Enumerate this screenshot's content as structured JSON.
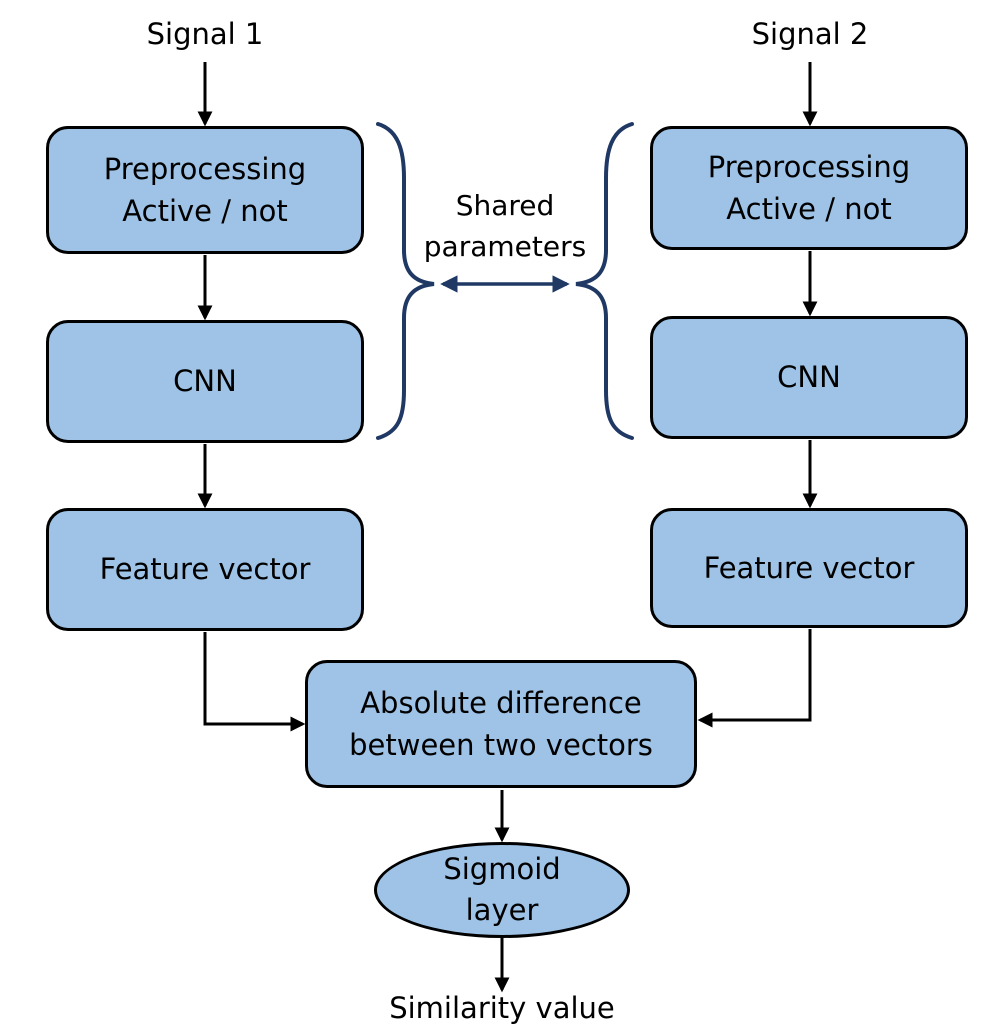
{
  "inputs": {
    "signal_1": "Signal 1",
    "signal_2": "Signal 2"
  },
  "left_branch": {
    "preprocessing_line1": "Preprocessing",
    "preprocessing_line2": "Active / not",
    "cnn": "CNN",
    "feature_vector": "Feature vector"
  },
  "right_branch": {
    "preprocessing_line1": "Preprocessing",
    "preprocessing_line2": "Active / not",
    "cnn": "CNN",
    "feature_vector": "Feature vector"
  },
  "shared": {
    "line1": "Shared",
    "line2": "parameters"
  },
  "merge": {
    "line1": "Absolute difference",
    "line2": "between two vectors"
  },
  "sigmoid": {
    "line1": "Sigmoid",
    "line2": "layer"
  },
  "output": "Similarity value",
  "colors": {
    "box_fill": "#9ec3e6",
    "box_border": "#000000",
    "arrow": "#000000",
    "brace": "#1f3864"
  }
}
